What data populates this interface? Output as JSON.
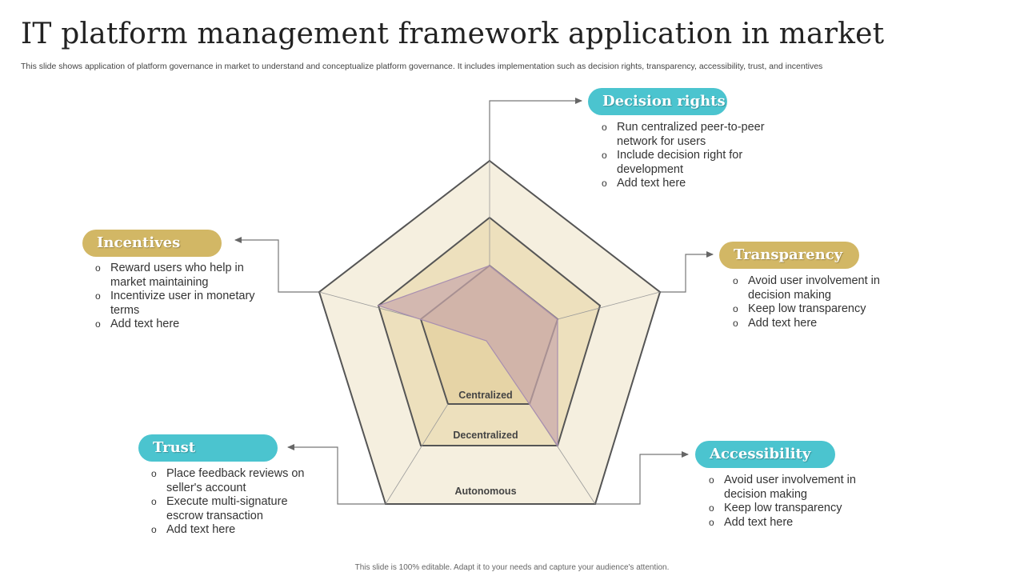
{
  "title": "IT platform management framework application in market",
  "subtitle": "This slide shows application of platform governance in market to understand and conceptualize platform governance. It includes implementation such as decision rights, transparency, accessibility, trust, and incentives",
  "footer": "This slide is 100% editable. Adapt it to your needs and capture your audience's attention.",
  "levels": [
    "Centralized",
    "Decentralized",
    "Autonomous"
  ],
  "colors": {
    "teal": "#4bc4cf",
    "gold": "#d2b765",
    "outer_fill": "#f5efdf",
    "middle_fill": "#ede0bd",
    "inner_fill": "#e6d4a6",
    "data_fill": "#c9a8aa"
  },
  "sections": {
    "decision_rights": {
      "label": "Decision rights",
      "points": [
        "Run centralized peer-to-peer network for users",
        "Include decision right for development",
        "Add text here"
      ]
    },
    "transparency": {
      "label": "Transparency",
      "points": [
        "Avoid  user involvement in decision making",
        "Keep  low transparency",
        "Add text here"
      ]
    },
    "accessibility": {
      "label": "Accessibility",
      "points": [
        "Avoid  user involvement in decision making",
        "Keep  low transparency",
        "Add text here"
      ]
    },
    "trust": {
      "label": "Trust",
      "points": [
        "Place feedback reviews on seller's account",
        "Execute multi-signature escrow transaction",
        "Add text here"
      ]
    },
    "incentives": {
      "label": "Incentives",
      "points": [
        "Reward users who help in market maintaining",
        "Incentivize user in monetary terms",
        "Add text here"
      ]
    }
  }
}
